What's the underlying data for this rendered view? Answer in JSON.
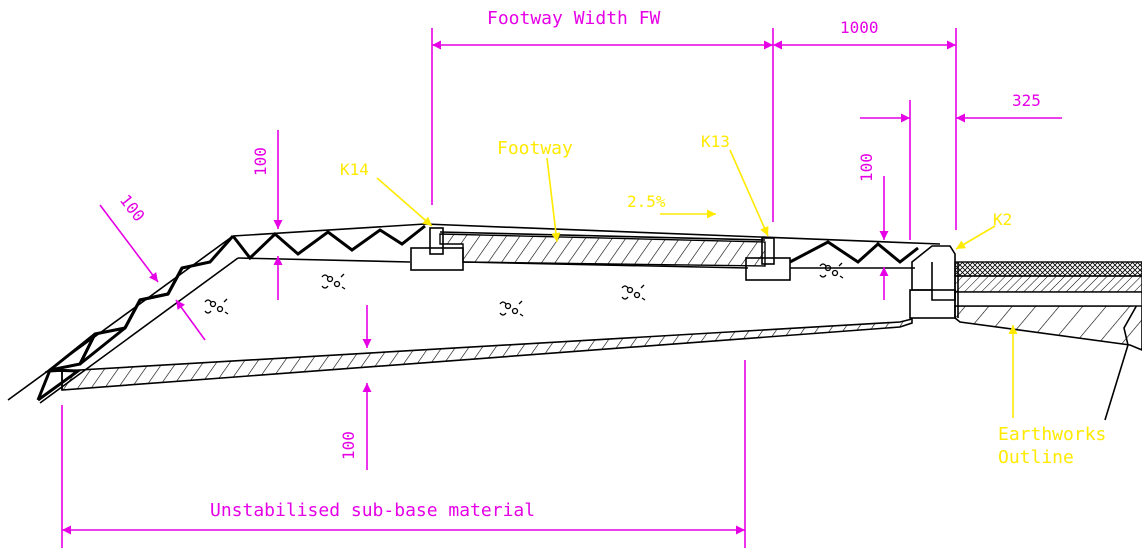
{
  "labels": {
    "footway_width": "Footway Width FW",
    "dim_1000": "1000",
    "dim_325": "325",
    "dim_100_top_left": "100",
    "dim_100_slope": "100",
    "dim_100_right": "100",
    "dim_100_bottom": "100",
    "k14": "K14",
    "k13": "K13",
    "k2": "K2",
    "footway": "Footway",
    "gradient": "2.5%",
    "earthworks_line1": "Earthworks",
    "earthworks_line2": "Outline",
    "sub_base": "Unstabilised sub-base material"
  },
  "colors": {
    "dimension": "#e600e6",
    "annotation": "#ffea00",
    "line": "#000000",
    "background": "#ffffff"
  }
}
